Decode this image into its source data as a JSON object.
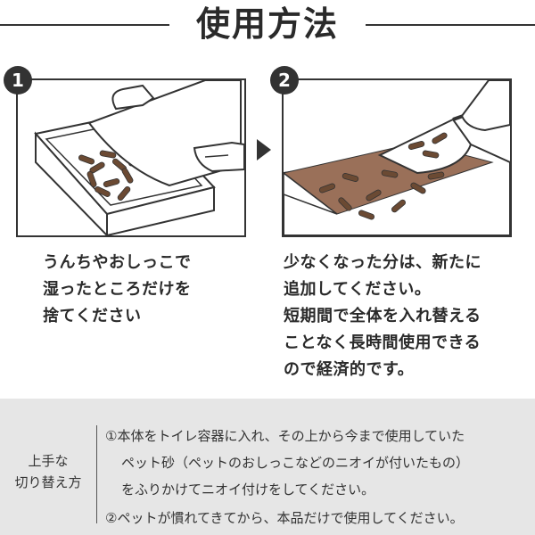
{
  "title": "使用方法",
  "steps": [
    {
      "number": "1",
      "description": "うんちやおしっこで\n湿ったところだけを\n捨てください"
    },
    {
      "number": "2",
      "description": "少なくなった分は、新たに\n追加してください。\n短期間で全体を入れ替える\nことなく長時間使用できる\nので経済的です。"
    }
  ],
  "tips": {
    "label": "上手な\n切り替え方",
    "lines": [
      "①本体をトイレ容器に入れ、その上から今まで使用していた",
      "ペット砂（ペットのおしっこなどのニオイが付いたもの）",
      "をふりかけてニオイ付けをしてください。",
      "②ペットが慣れてきてから、本品だけで使用してください。"
    ]
  },
  "colors": {
    "ink": "#333333",
    "litter": "#6b4a33",
    "soil": "#9a7059",
    "gray_bg": "#e6e6e6"
  }
}
